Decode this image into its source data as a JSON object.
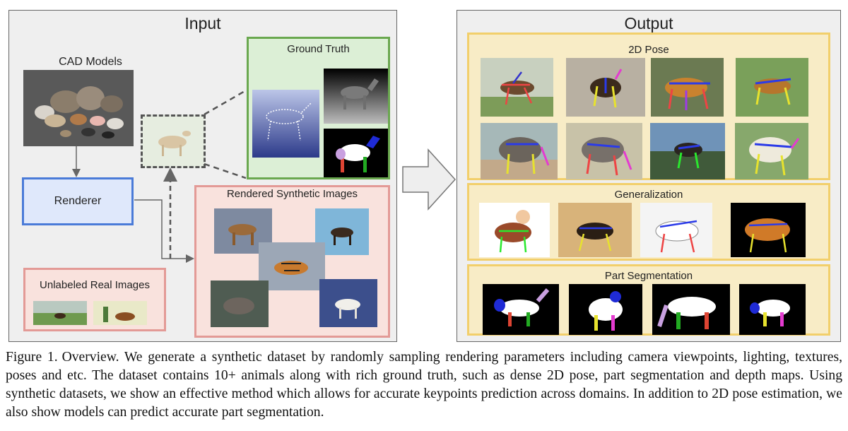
{
  "input": {
    "title": "Input",
    "cad_models": "CAD Models",
    "renderer": "Renderer",
    "ground_truth": "Ground Truth",
    "rendered_synthetic": "Rendered Synthetic Images",
    "unlabeled_real": "Unlabeled Real Images"
  },
  "output": {
    "title": "Output",
    "pose": "2D Pose",
    "generalization": "Generalization",
    "part_segmentation": "Part Segmentation"
  },
  "caption": {
    "label": "Figure 1.",
    "text": "Overview. We generate a synthetic dataset by randomly sampling rendering parameters including camera viewpoints, lighting, textures, poses and etc. The dataset contains 10+ animals along with rich ground truth, such as dense 2D pose, part segmentation and depth maps. Using synthetic datasets, we show an effective method which allows for accurate keypoints prediction across domains. In addition to 2D pose estimation, we also show models can predict accurate part segmentation."
  },
  "colors": {
    "renderer_border": "#4a7bd8",
    "renderer_fill": "#dfe8fb",
    "ground_truth_border": "#6aa84f",
    "ground_truth_fill": "#dcefd6",
    "rendered_border": "#e39a96",
    "rendered_fill": "#f9e2dd",
    "output_border": "#f2cf6b",
    "output_fill": "#f8ecc6",
    "panel_fill": "#efefef"
  }
}
